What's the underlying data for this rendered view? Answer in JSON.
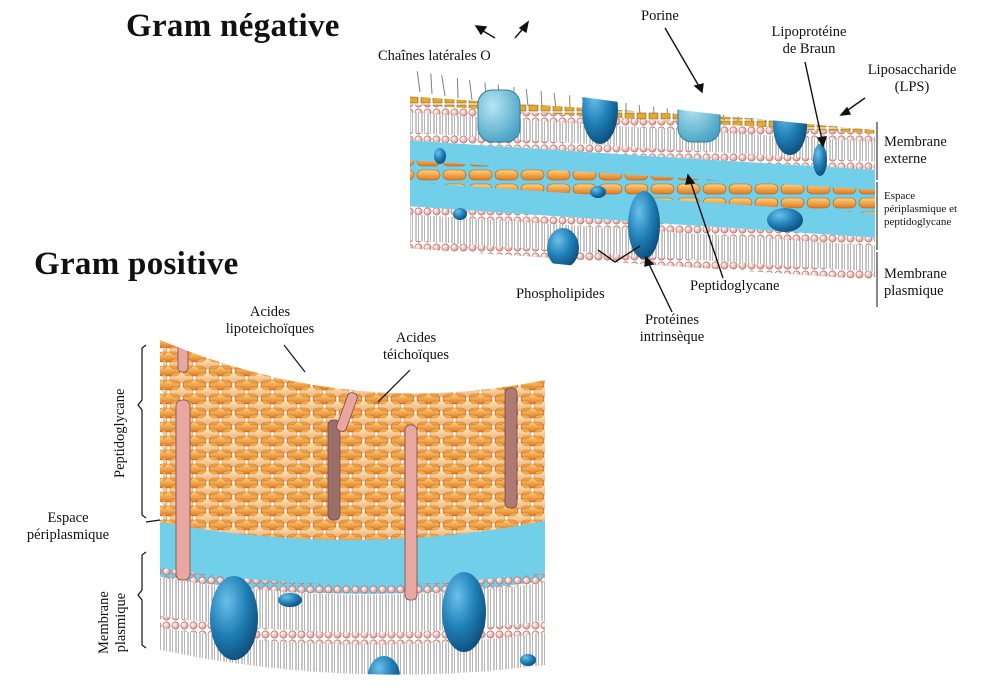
{
  "titles": {
    "gram_negative": "Gram négative",
    "gram_positive": "Gram positive"
  },
  "gram_negative_labels": {
    "o_chains": "Chaînes latérales O",
    "porine": "Porine",
    "braun_line1": "Lipoprotéine",
    "braun_line2": "de Braun",
    "lps_line1": "Liposaccharide",
    "lps_line2": "(LPS)",
    "outer_membrane_line1": "Membrane",
    "outer_membrane_line2": "externe",
    "periplasm_line1": "Espace",
    "periplasm_line2": "périplasmique et",
    "periplasm_line3": "peptidoglycane",
    "plasma_membrane_line1": "Membrane",
    "plasma_membrane_line2": "plasmique",
    "phospholipids": "Phospholipides",
    "peptidoglycan": "Peptidoglycane",
    "proteins_line1": "Protéines",
    "proteins_line2": "intrinsèque"
  },
  "gram_positive_labels": {
    "lipoteichoic_line1": "Acides",
    "lipoteichoic_line2": "lipoteichoïques",
    "teichoic_line1": "Acides",
    "teichoic_line2": "téichoïques",
    "peptidoglycan_side": "Peptidoglycane",
    "periplasm_line1": "Espace",
    "periplasm_line2": "périplasmique",
    "membrane_side_line1": "Membrane",
    "membrane_side_line2": "plasmique"
  },
  "colors": {
    "lipid_head": "#e9b2ac",
    "lipid_tail": "#9a9a9a",
    "periplasm": "#6fd0ec",
    "protein": "#1f7fb5",
    "peptidoglycan_a": "#f0a33a",
    "peptidoglycan_b": "#e07a22",
    "lps": "#d8a030",
    "teichoic": "#d88f86"
  }
}
